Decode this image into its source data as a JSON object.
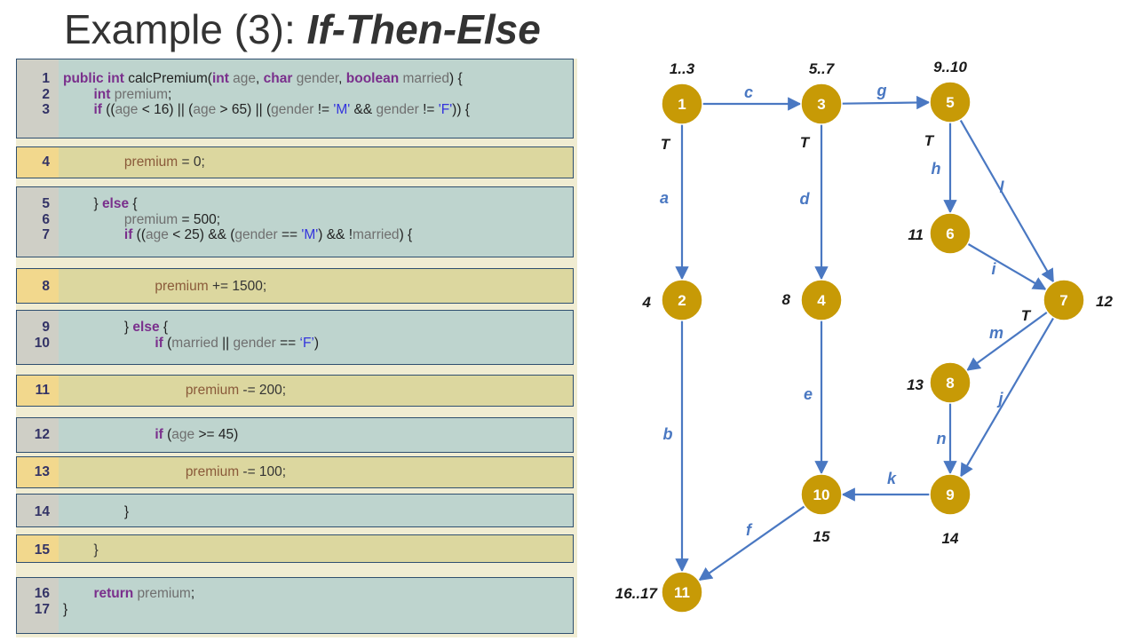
{
  "title": {
    "plain": "Example (3): ",
    "italic": "If-Then-Else"
  },
  "code_blocks": [
    {
      "color": "blue",
      "lines": [
        {
          "num": "1",
          "segs": [
            [
              "kw",
              "public int"
            ],
            [
              "t",
              " calcPremium("
            ],
            [
              "kw",
              "int"
            ],
            [
              "id",
              " age"
            ],
            [
              "t",
              ", "
            ],
            [
              "kw",
              "char"
            ],
            [
              "id",
              " gender"
            ],
            [
              "t",
              ", "
            ],
            [
              "kw",
              "boolean"
            ],
            [
              "id",
              " married"
            ],
            [
              "t",
              ") {"
            ]
          ]
        },
        {
          "num": "2",
          "segs": [
            [
              "t",
              "        "
            ],
            [
              "kw",
              "int"
            ],
            [
              "id",
              " premium"
            ],
            [
              "t",
              ";"
            ]
          ]
        },
        {
          "num": "3",
          "segs": [
            [
              "t",
              "        "
            ],
            [
              "kw",
              "if"
            ],
            [
              "t",
              " (("
            ],
            [
              "id",
              "age"
            ],
            [
              "t",
              " < 16) || ("
            ],
            [
              "id",
              "age"
            ],
            [
              "t",
              " > 65) || ("
            ],
            [
              "id",
              "gender"
            ],
            [
              "t",
              " != "
            ],
            [
              "str",
              "'M'"
            ],
            [
              "t",
              " && "
            ],
            [
              "id",
              "gender"
            ],
            [
              "t",
              " != "
            ],
            [
              "str",
              "'F'"
            ],
            [
              "t",
              ")) {"
            ]
          ]
        }
      ]
    },
    {
      "color": "yellow",
      "lines": [
        {
          "num": "4",
          "segs": [
            [
              "t",
              "                "
            ],
            [
              "id",
              "premium"
            ],
            [
              "t",
              " = 0;"
            ]
          ]
        }
      ]
    },
    {
      "color": "blue",
      "lines": [
        {
          "num": "5",
          "segs": [
            [
              "t",
              "        } "
            ],
            [
              "kw",
              "else"
            ],
            [
              "t",
              " {"
            ]
          ]
        },
        {
          "num": "6",
          "segs": [
            [
              "t",
              "                "
            ],
            [
              "id",
              "premium"
            ],
            [
              "t",
              " = 500;"
            ]
          ]
        },
        {
          "num": "7",
          "segs": [
            [
              "t",
              "                "
            ],
            [
              "kw",
              "if"
            ],
            [
              "t",
              " (("
            ],
            [
              "id",
              "age"
            ],
            [
              "t",
              " < 25) && ("
            ],
            [
              "id",
              "gender"
            ],
            [
              "t",
              " == "
            ],
            [
              "str",
              "'M'"
            ],
            [
              "t",
              ") && !"
            ],
            [
              "id",
              "married"
            ],
            [
              "t",
              ") {"
            ]
          ]
        }
      ]
    },
    {
      "color": "yellow",
      "lines": [
        {
          "num": "8",
          "segs": [
            [
              "t",
              "                        "
            ],
            [
              "id",
              "premium"
            ],
            [
              "t",
              " += 1500;"
            ]
          ]
        }
      ]
    },
    {
      "color": "blue",
      "lines": [
        {
          "num": "9",
          "segs": [
            [
              "t",
              "                } "
            ],
            [
              "kw",
              "else"
            ],
            [
              "t",
              " {"
            ]
          ]
        },
        {
          "num": "10",
          "segs": [
            [
              "t",
              "                        "
            ],
            [
              "kw",
              "if"
            ],
            [
              "t",
              " ("
            ],
            [
              "id",
              "married"
            ],
            [
              "t",
              " || "
            ],
            [
              "id",
              "gender"
            ],
            [
              "t",
              " == "
            ],
            [
              "str",
              "‘F’"
            ],
            [
              "t",
              ")"
            ]
          ]
        }
      ]
    },
    {
      "color": "yellow",
      "lines": [
        {
          "num": "11",
          "segs": [
            [
              "t",
              "                                "
            ],
            [
              "id",
              "premium"
            ],
            [
              "t",
              " -= 200;"
            ]
          ]
        }
      ]
    },
    {
      "color": "blue",
      "lines": [
        {
          "num": "12",
          "segs": [
            [
              "t",
              "                        "
            ],
            [
              "kw",
              "if"
            ],
            [
              "t",
              " ("
            ],
            [
              "id",
              "age"
            ],
            [
              "t",
              " >= 45)"
            ]
          ]
        }
      ]
    },
    {
      "color": "yellow",
      "lines": [
        {
          "num": "13",
          "segs": [
            [
              "t",
              "                                "
            ],
            [
              "id",
              "premium"
            ],
            [
              "t",
              " -= 100;"
            ]
          ]
        }
      ]
    },
    {
      "color": "blue",
      "lines": [
        {
          "num": "14",
          "segs": [
            [
              "t",
              "                }"
            ]
          ]
        }
      ]
    },
    {
      "color": "yellow",
      "lines": [
        {
          "num": "15",
          "segs": [
            [
              "t",
              "        }"
            ]
          ]
        }
      ]
    },
    {
      "color": "blue",
      "lines": [
        {
          "num": "16",
          "segs": [
            [
              "t",
              "        "
            ],
            [
              "kw",
              "return"
            ],
            [
              "id",
              " premium"
            ],
            [
              "t",
              ";"
            ]
          ]
        },
        {
          "num": "17",
          "segs": [
            [
              "t",
              "}"
            ]
          ]
        }
      ]
    }
  ],
  "graph": {
    "nodes": [
      {
        "id": "1",
        "label": "1..3"
      },
      {
        "id": "2",
        "label": "4"
      },
      {
        "id": "3",
        "label": "5..7"
      },
      {
        "id": "4",
        "label": "8"
      },
      {
        "id": "5",
        "label": "9..10"
      },
      {
        "id": "6",
        "label": "11"
      },
      {
        "id": "7",
        "label": "12"
      },
      {
        "id": "8",
        "label": "13"
      },
      {
        "id": "9",
        "label": "14"
      },
      {
        "id": "10",
        "label": "15"
      },
      {
        "id": "11",
        "label": "16..17"
      }
    ],
    "edges": [
      {
        "from": "1",
        "to": "3",
        "label": "c"
      },
      {
        "from": "1",
        "to": "2",
        "label": "a"
      },
      {
        "from": "3",
        "to": "5",
        "label": "g"
      },
      {
        "from": "3",
        "to": "4",
        "label": "d"
      },
      {
        "from": "5",
        "to": "6",
        "label": "h"
      },
      {
        "from": "5",
        "to": "7",
        "label": "l"
      },
      {
        "from": "6",
        "to": "7",
        "label": "i"
      },
      {
        "from": "2",
        "to": "11",
        "label": "b"
      },
      {
        "from": "4",
        "to": "10",
        "label": "e"
      },
      {
        "from": "7",
        "to": "8",
        "label": "m"
      },
      {
        "from": "7",
        "to": "9",
        "label": "j"
      },
      {
        "from": "8",
        "to": "9",
        "label": "n"
      },
      {
        "from": "9",
        "to": "10",
        "label": "k"
      },
      {
        "from": "10",
        "to": "11",
        "label": "f"
      }
    ],
    "true_label": "T",
    "true_branches": [
      "1",
      "3",
      "5",
      "7"
    ]
  }
}
